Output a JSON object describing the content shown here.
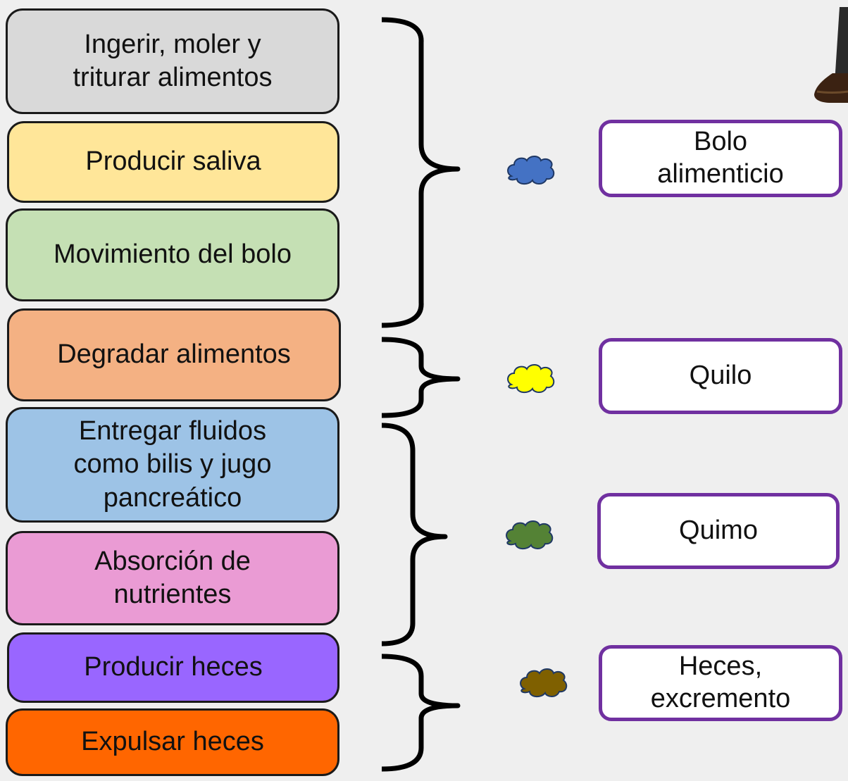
{
  "steps": [
    {
      "label": "Ingerir, moler y triturar alimentos",
      "color": "#d9d9d9"
    },
    {
      "label": "Producir saliva",
      "color": "#ffe699"
    },
    {
      "label": "Movimiento del bolo",
      "color": "#c5e0b4"
    },
    {
      "label": "Degradar alimentos",
      "color": "#f4b183"
    },
    {
      "label": "Entregar fluidos como bilis y jugo pancreático",
      "color": "#9dc3e6"
    },
    {
      "label": "Absorción de nutrientes",
      "color": "#ea9bd4"
    },
    {
      "label": "Producir heces",
      "color": "#9966ff"
    },
    {
      "label": "Expulsar heces",
      "color": "#ff6600"
    }
  ],
  "results": [
    {
      "label": "Bolo alimenticio",
      "blob_color": "#4472c4"
    },
    {
      "label": "Quilo",
      "blob_color": "#ffff00"
    },
    {
      "label": "Quimo",
      "blob_color": "#548235"
    },
    {
      "label": "Heces, excremento",
      "blob_color": "#7f6000"
    }
  ],
  "colors": {
    "step_border": "#1a1a1a",
    "result_border": "#7030a0",
    "background": "#efefef"
  }
}
